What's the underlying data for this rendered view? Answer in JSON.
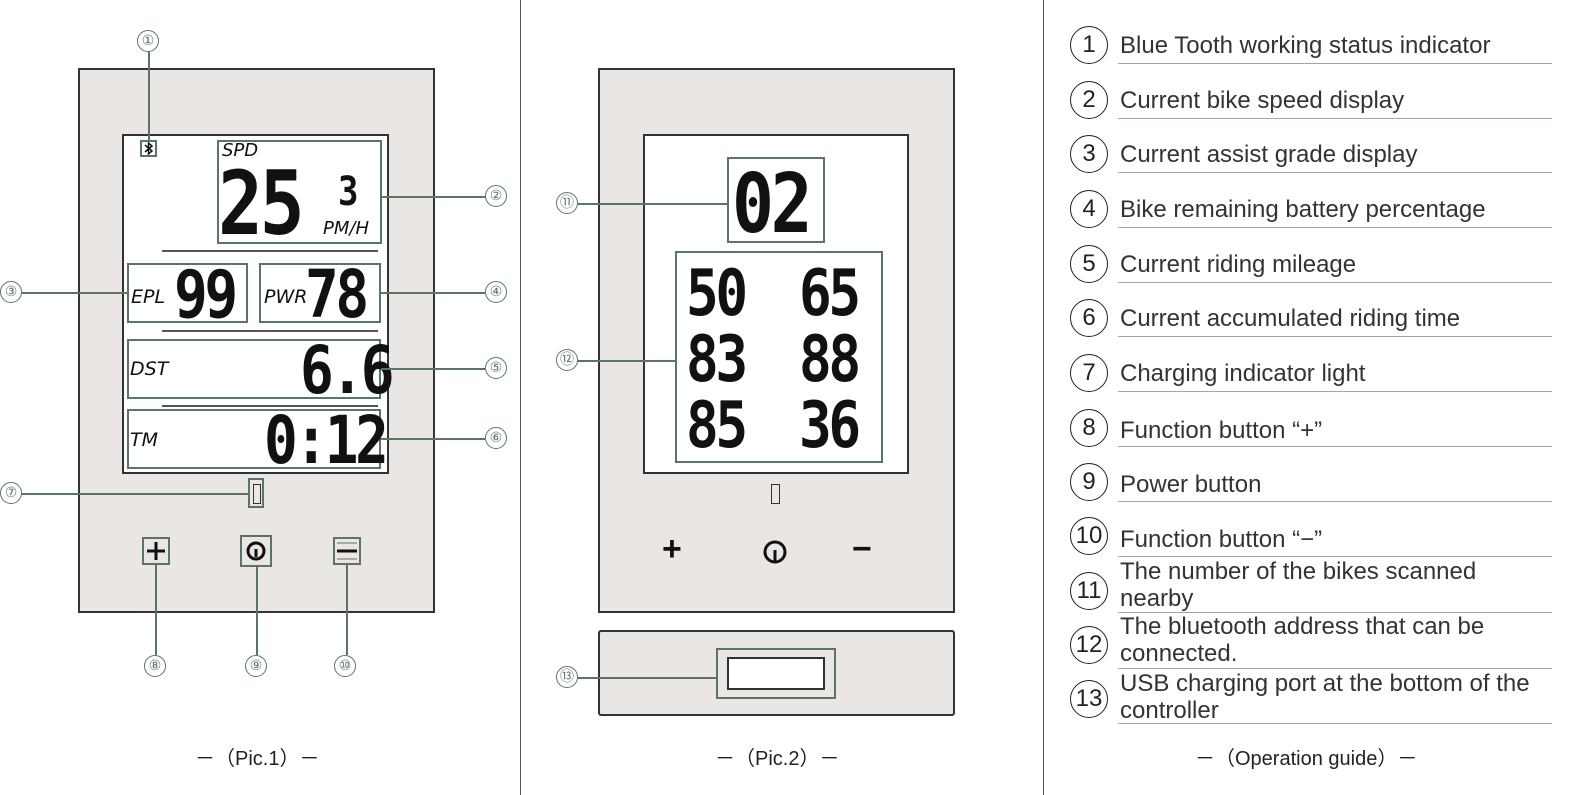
{
  "pic1": {
    "caption": "－（Pic.1）－",
    "spd_label": "SPD",
    "speed": "25",
    "grade_small": "3",
    "speed_unit": "PM/H",
    "epl_label": "EPL",
    "epl_value": "99",
    "pwr_label": "PWR",
    "pwr_value": "78",
    "dst_label": "DST",
    "dst_value": "6.6",
    "tm_label": "TM",
    "tm_value": "0:12",
    "callouts": [
      "①",
      "②",
      "③",
      "④",
      "⑤",
      "⑥",
      "⑦",
      "⑧",
      "⑨",
      "⑩"
    ]
  },
  "pic2": {
    "caption": "－（Pic.2）－",
    "bike_count": "02",
    "addresses": [
      "50",
      "65",
      "83",
      "88",
      "85",
      "36"
    ],
    "plus_glyph": "+",
    "minus_glyph": "−",
    "callouts": [
      "⑪",
      "⑫",
      "⑬"
    ]
  },
  "guide": {
    "caption": "－（Operation guide）－",
    "items": [
      {
        "num": "1",
        "text": "Blue Tooth working status indicator"
      },
      {
        "num": "2",
        "text": "Current bike speed display"
      },
      {
        "num": "3",
        "text": "Current assist grade display"
      },
      {
        "num": "4",
        "text": "Bike remaining battery percentage"
      },
      {
        "num": "5",
        "text": "Current riding mileage"
      },
      {
        "num": "6",
        "text": "Current accumulated riding time"
      },
      {
        "num": "7",
        "text": "Charging indicator light"
      },
      {
        "num": "8",
        "text": "Function button “+”"
      },
      {
        "num": "9",
        "text": "Power button"
      },
      {
        "num": "10",
        "text": "Function button “−”"
      },
      {
        "num": "11",
        "text": "The number of the bikes scanned nearby"
      },
      {
        "num": "12",
        "text": "The bluetooth address that can be connected."
      },
      {
        "num": "13",
        "text": "USB charging port at the bottom of the controller"
      }
    ]
  },
  "colors": {
    "accent": "#5a7566",
    "device": "#eae6e4"
  }
}
